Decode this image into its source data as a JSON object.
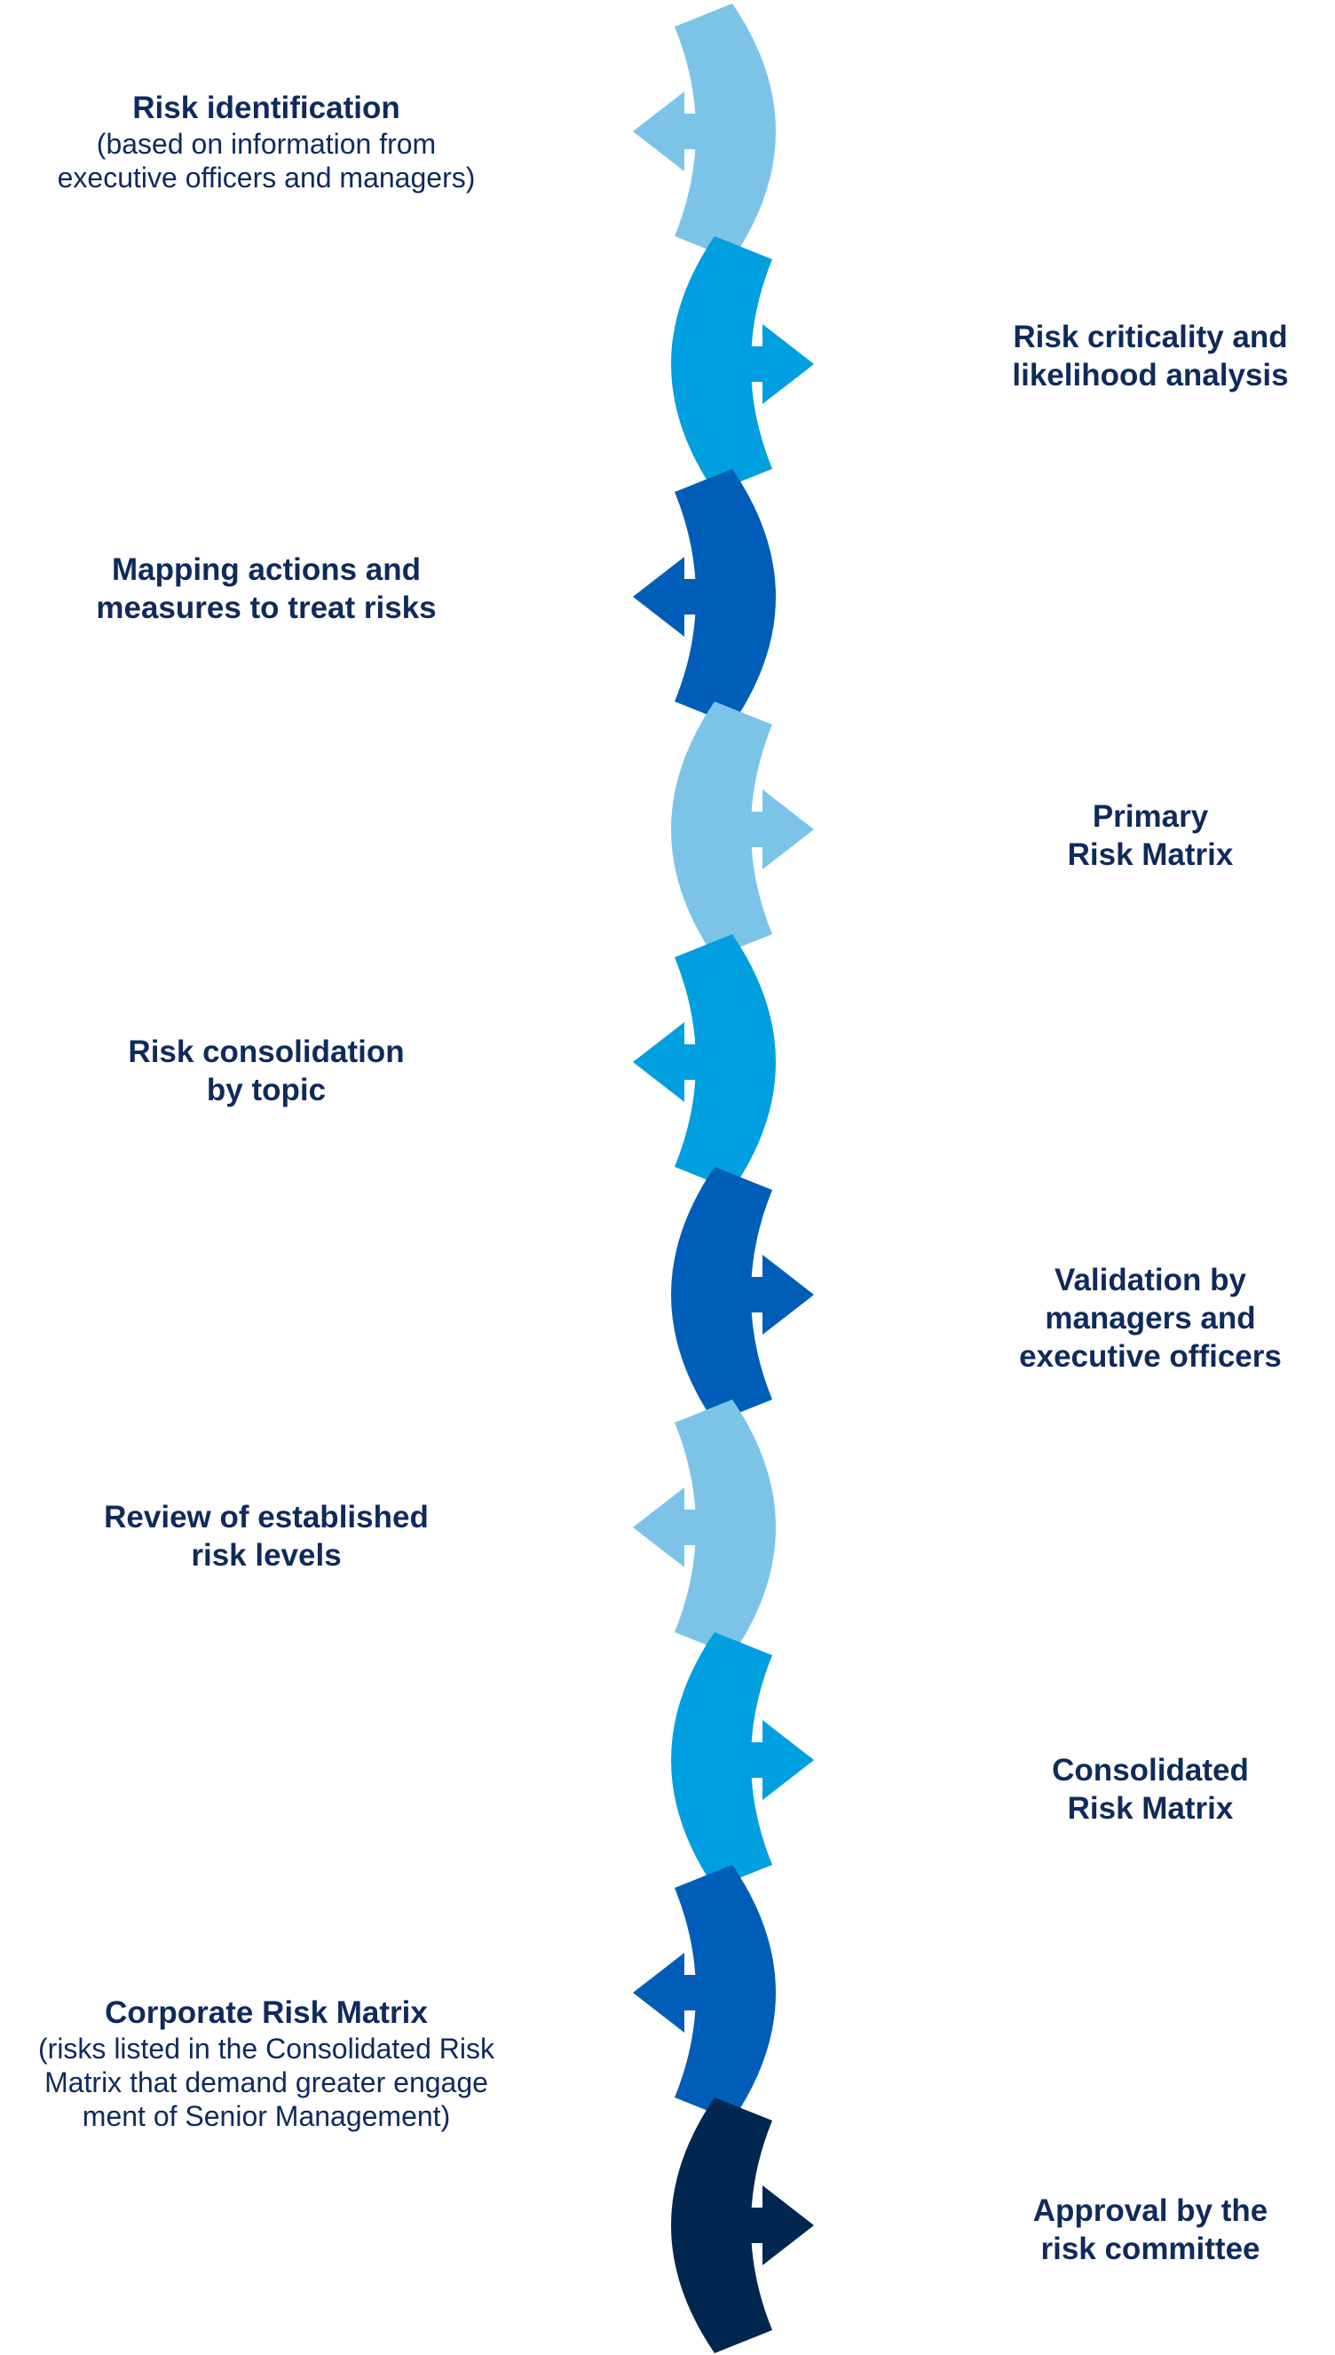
{
  "colors": {
    "light": "#7bc4e8",
    "medium": "#009fe0",
    "dark": "#005eb8",
    "navy": "#00274f",
    "text": "#0f2a5c"
  },
  "steps": [
    {
      "title": "Risk identification",
      "description": "(based on information from\nexecutive officers and managers)",
      "side": "left",
      "color": "light"
    },
    {
      "title": "Risk criticality and\nlikelihood analysis",
      "description": "",
      "side": "right",
      "color": "medium"
    },
    {
      "title": "Mapping actions and\nmeasures to treat risks",
      "description": "",
      "side": "left",
      "color": "dark"
    },
    {
      "title": "Primary\nRisk Matrix",
      "description": "",
      "side": "right",
      "color": "light"
    },
    {
      "title": "Risk consolidation\nby topic",
      "description": "",
      "side": "left",
      "color": "medium"
    },
    {
      "title": "Validation by\nmanagers and\nexecutive officers",
      "description": "",
      "side": "right",
      "color": "dark"
    },
    {
      "title": "Review of established\nrisk levels",
      "description": "",
      "side": "left",
      "color": "light"
    },
    {
      "title": "Consolidated\nRisk Matrix",
      "description": "",
      "side": "right",
      "color": "medium"
    },
    {
      "title": "Corporate Risk Matrix",
      "description": "(risks listed in the Consolidated Risk\nMatrix that demand greater engage\nment of Senior Management)",
      "side": "left",
      "color": "dark"
    },
    {
      "title": "Approval by the\nrisk committee",
      "description": "",
      "side": "right",
      "color": "navy"
    }
  ]
}
